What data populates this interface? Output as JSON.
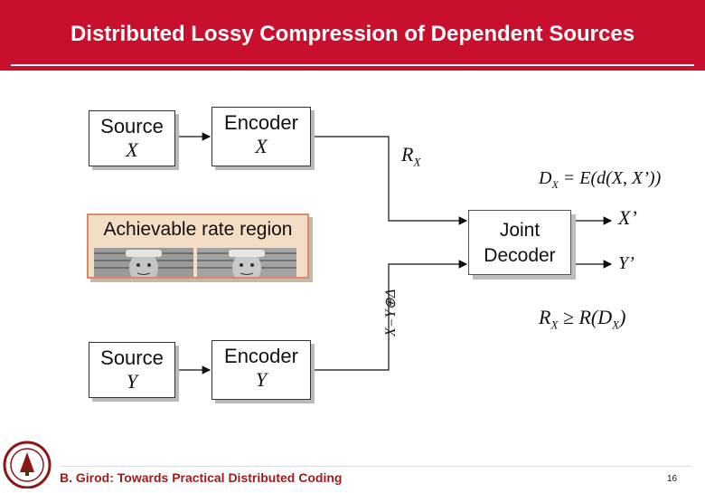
{
  "slide": {
    "title": "Distributed Lossy Compression of Dependent Sources",
    "footer": "B. Girod: Towards Practical Distributed Coding",
    "page_number": "16"
  },
  "diagram": {
    "source_x": {
      "line1": "Source",
      "line2": "X"
    },
    "encoder_x": {
      "line1": "Encoder",
      "line2": "X"
    },
    "source_y": {
      "line1": "Source",
      "line2": "Y"
    },
    "encoder_y": {
      "line1": "Encoder",
      "line2": "Y"
    },
    "joint_decoder": {
      "line1": "Joint",
      "line2": "Decoder"
    },
    "rate_region_label": "Achievable rate region",
    "rx_label": "R",
    "rx_sub": "X",
    "ry_rotated_label": "X=Y⊕Δ",
    "output_x": "X’",
    "output_y": "Y’",
    "distortion_formula": "D",
    "distortion_sub": "X",
    "distortion_rhs": "= E(d(X, X’))",
    "bound_lhs": "R",
    "bound_lhs_sub": "X",
    "bound_rhs": "≥ R(D",
    "bound_rhs_sub": "X",
    "bound_close": ")"
  },
  "colors": {
    "title_bar": "#c8102e",
    "rate_region_fill": "#f3ddc4",
    "rate_region_border": "#d88a6f",
    "footer_text": "#9b1b1b"
  }
}
